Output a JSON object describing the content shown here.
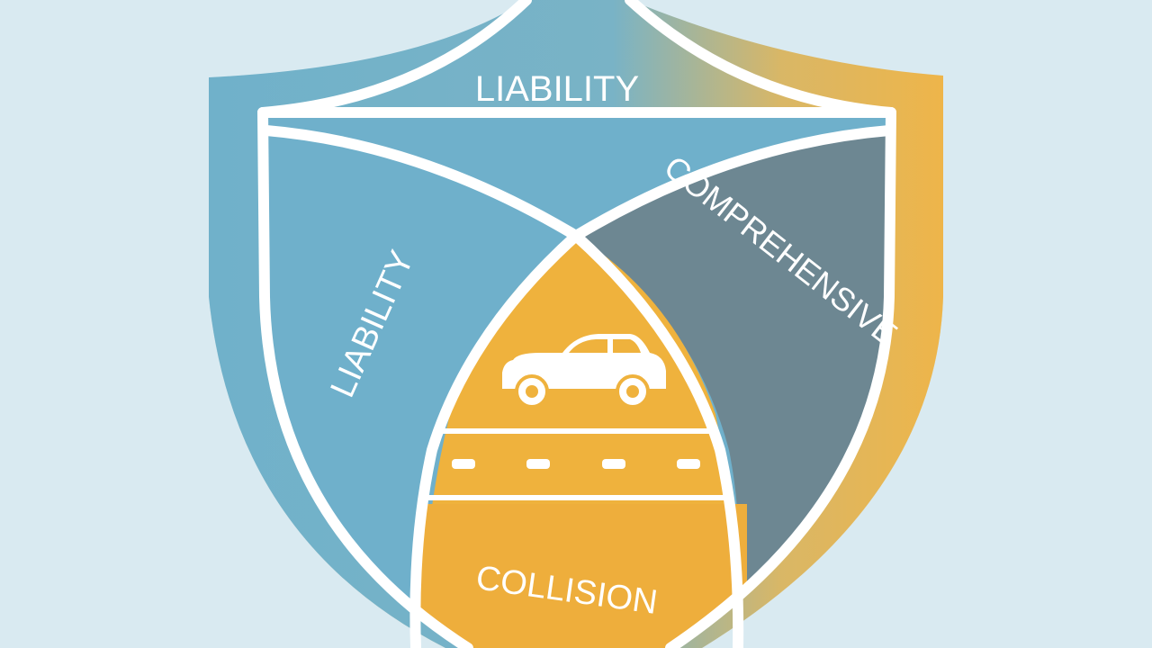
{
  "shield": {
    "segments": [
      {
        "label": "LIABILITY",
        "color": "#6fb0cb"
      },
      {
        "label": "LIABILITY",
        "color": "#6fb0cb"
      },
      {
        "label": "COMPREHENSIVE",
        "color": "#6d8792"
      },
      {
        "label": "COLLISION",
        "color": "#efb23d"
      }
    ],
    "colors": {
      "background": "#d9eaf1",
      "rim_blue": "#70b1ca",
      "rim_gold": "#ecb54c",
      "divider": "#ffffff",
      "road_bottom": "#e8a93a"
    },
    "icons": [
      "car-icon"
    ]
  }
}
